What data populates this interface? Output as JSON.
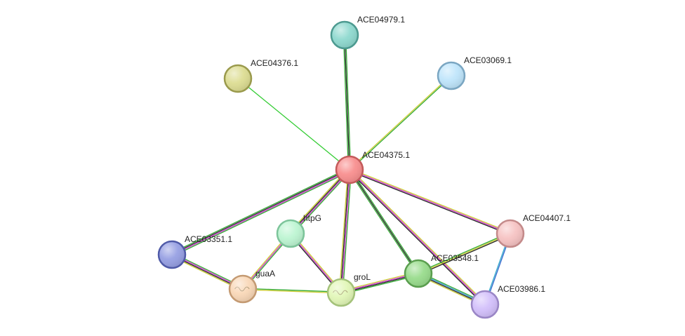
{
  "network": {
    "nodes": [
      {
        "id": "ACE04375.1",
        "label": "ACE04375.1",
        "color": "#f88f8f",
        "stroke": "#c45a5a",
        "focus": true
      },
      {
        "id": "ACE04979.1",
        "label": "ACE04979.1",
        "color": "#8fd9cf",
        "stroke": "#4c9a90"
      },
      {
        "id": "ACE04376.1",
        "label": "ACE04376.1",
        "color": "#dddd93",
        "stroke": "#9a9a4c"
      },
      {
        "id": "ACE03069.1",
        "label": "ACE03069.1",
        "color": "#bfe5fb",
        "stroke": "#7aa6c2"
      },
      {
        "id": "ACE04407.1",
        "label": "ACE04407.1",
        "color": "#f6c3c3",
        "stroke": "#c48a8a"
      },
      {
        "id": "ACE03351.1",
        "label": "ACE03351.1",
        "color": "#97a0e3",
        "stroke": "#4f5aa8"
      },
      {
        "id": "htpG",
        "label": "htpG",
        "color": "#bdf5d2",
        "stroke": "#7cc49a"
      },
      {
        "id": "guaA",
        "label": "guaA",
        "color": "#f9d8b8",
        "stroke": "#c49a72",
        "structure": true
      },
      {
        "id": "groL",
        "label": "groL",
        "color": "#e2f7b8",
        "stroke": "#a4c27a",
        "structure": true
      },
      {
        "id": "ACE03548.1",
        "label": "ACE03548.1",
        "color": "#99dc8d",
        "stroke": "#5a9e4e"
      },
      {
        "id": "ACE03986.1",
        "label": "ACE03986.1",
        "color": "#d3c0fb",
        "stroke": "#9a86c6"
      }
    ],
    "edges": [
      {
        "a": "ACE04375.1",
        "b": "ACE04979.1",
        "ev": [
          "#33aa33",
          "#222222",
          "#33aa33"
        ]
      },
      {
        "a": "ACE04375.1",
        "b": "ACE04376.1",
        "ev": [
          "#33cc33"
        ]
      },
      {
        "a": "ACE04375.1",
        "b": "ACE03069.1",
        "ev": [
          "#cccc33",
          "#33aa33"
        ]
      },
      {
        "a": "ACE04375.1",
        "b": "ACE04407.1",
        "ev": [
          "#cccc33",
          "#cc33cc",
          "#222222"
        ]
      },
      {
        "a": "ACE04375.1",
        "b": "ACE03351.1",
        "ev": [
          "#33aa33",
          "#cc33cc",
          "#222222",
          "#33aa33"
        ]
      },
      {
        "a": "ACE04375.1",
        "b": "htpG",
        "ev": [
          "#33aa33",
          "#cc33cc",
          "#222222",
          "#cccc33"
        ]
      },
      {
        "a": "ACE04375.1",
        "b": "groL",
        "ev": [
          "#33aa33",
          "#cc33cc",
          "#222222",
          "#cccc33"
        ]
      },
      {
        "a": "ACE04375.1",
        "b": "ACE03548.1",
        "ev": [
          "#33aa33",
          "#222222",
          "#33aa33"
        ]
      },
      {
        "a": "ACE04375.1",
        "b": "ACE03986.1",
        "ev": [
          "#cccc33",
          "#cc33cc",
          "#222222"
        ]
      },
      {
        "a": "ACE03351.1",
        "b": "guaA",
        "ev": [
          "#33aa33",
          "#cc33cc",
          "#222222",
          "#cccc33"
        ]
      },
      {
        "a": "htpG",
        "b": "guaA",
        "ev": [
          "#33aa33",
          "#cc33cc",
          "#cccc33"
        ]
      },
      {
        "a": "htpG",
        "b": "groL",
        "ev": [
          "#cccc33",
          "#cc33cc",
          "#222222"
        ]
      },
      {
        "a": "guaA",
        "b": "groL",
        "ev": [
          "#33aa33",
          "#cccc33"
        ]
      },
      {
        "a": "groL",
        "b": "ACE03548.1",
        "ev": [
          "#cccc33",
          "#cc33cc",
          "#222222",
          "#33aa33"
        ]
      },
      {
        "a": "ACE03548.1",
        "b": "ACE04407.1",
        "ev": [
          "#33aa33",
          "#cccc33",
          "#222222"
        ]
      },
      {
        "a": "ACE03548.1",
        "b": "ACE03986.1",
        "ev": [
          "#33aa33",
          "#3399cc",
          "#222222",
          "#cccc33"
        ]
      },
      {
        "a": "ACE04407.1",
        "b": "ACE03986.1",
        "ev": [
          "#3366cc",
          "#33aacc"
        ]
      }
    ]
  }
}
